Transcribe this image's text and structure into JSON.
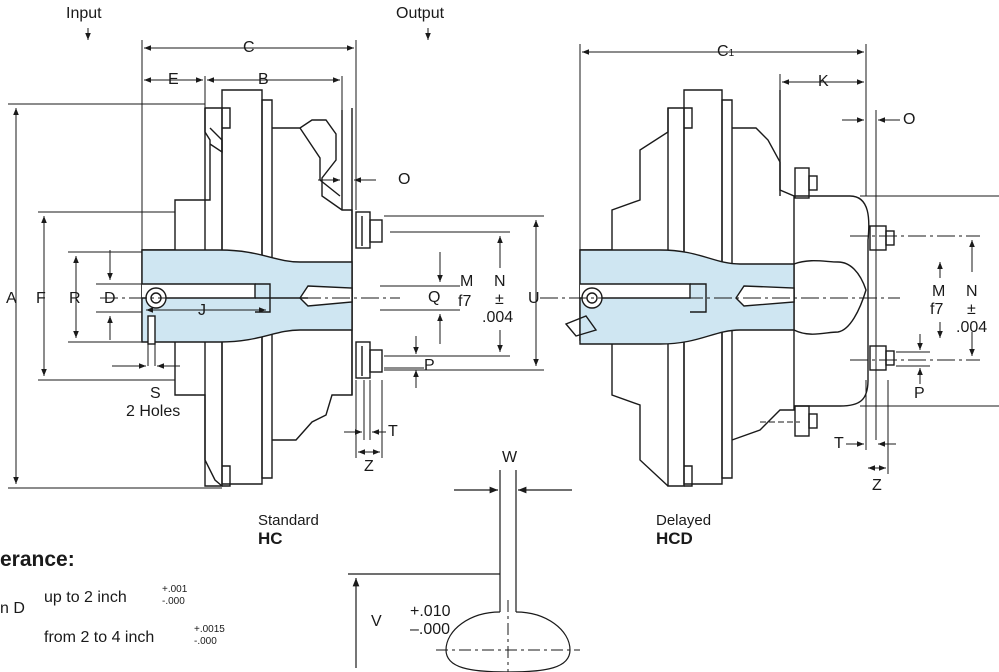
{
  "headings": {
    "input": "Input",
    "output": "Output"
  },
  "dims_left": {
    "A": "A",
    "C": "C",
    "E": "E",
    "B": "B",
    "F": "F",
    "R": "R",
    "D": "D",
    "J": "J",
    "S": "S",
    "S_note": "2 Holes",
    "O": "O",
    "Q": "Q",
    "M": "M",
    "M_tol": "f7",
    "N": "N",
    "N_pm": "±",
    "N_tol": ".004",
    "U": "U",
    "P": "P",
    "T": "T",
    "Z": "Z"
  },
  "dims_right": {
    "C1": "C",
    "C1_sub": "1",
    "K": "K",
    "O": "O",
    "M": "M",
    "M_tol": "f7",
    "N": "N",
    "N_pm": "±",
    "N_tol": ".004",
    "P": "P",
    "T": "T",
    "Z": "Z"
  },
  "captions": {
    "standard_small": "Standard",
    "standard_model": "HC",
    "delayed_small": "Delayed",
    "delayed_model": "HCD"
  },
  "keyway": {
    "W": "W",
    "V": "V",
    "tol_plus": "+.010",
    "tol_minus": "–.000"
  },
  "tolerance": {
    "title": "erance:",
    "row_label": "n D",
    "row1_text": "up to 2 inch",
    "row1_up": "+.001",
    "row1_dn": "-.000",
    "row2_text": "from 2 to 4 inch",
    "row2_up": "+.0015",
    "row2_dn": "-.000"
  },
  "colors": {
    "line": "#1a1a1a",
    "hub_fill": "#cfe6f2"
  }
}
